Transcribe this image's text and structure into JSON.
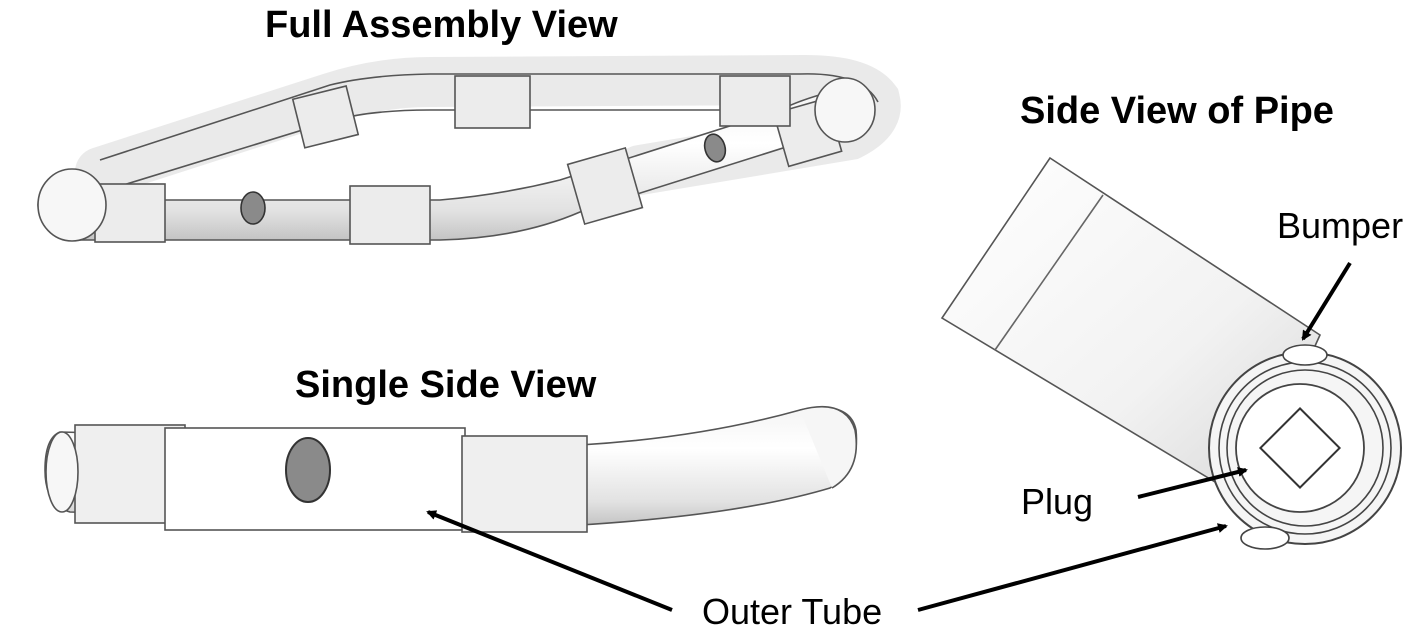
{
  "titles": {
    "full_assembly": "Full Assembly View",
    "single_side": "Single Side View",
    "side_pipe": "Side View of Pipe"
  },
  "labels": {
    "bumper": "Bumper",
    "plug": "Plug",
    "outer_tube": "Outer Tube"
  },
  "colors": {
    "line": "#000000",
    "tube_light": "#ffffff",
    "tube_mid": "#e6e6e6",
    "tube_dark": "#bdbdbd",
    "background": "#ffffff"
  }
}
